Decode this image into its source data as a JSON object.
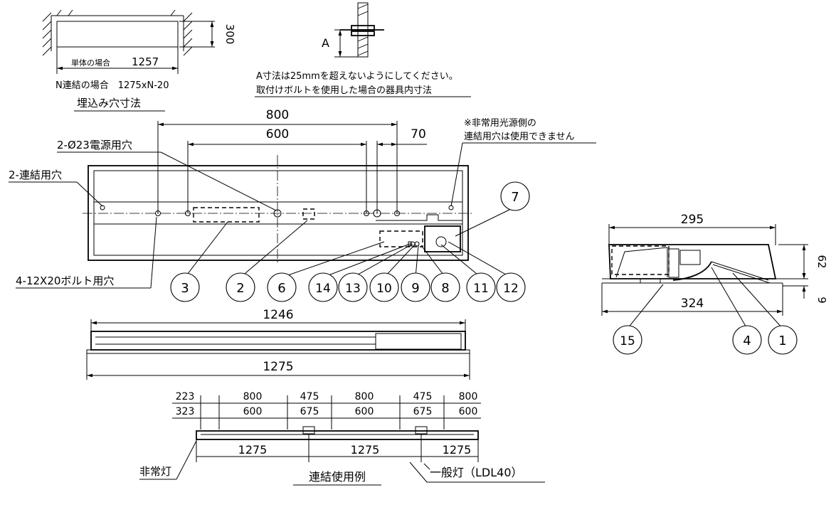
{
  "recess": {
    "dim_300": "300",
    "single_label": "単体の場合",
    "single_value": "1257",
    "n_link": "N連結の場合　1275xN-20",
    "title": "埋込み穴寸法"
  },
  "bolt": {
    "a_label": "A",
    "note1": "A寸法は25mmを超えないようにしてください。",
    "note2": "取付けボルトを使用した場合の器具内寸法"
  },
  "top_view": {
    "dim_800": "800",
    "dim_600": "600",
    "dim_70": "70",
    "power_hole": "2-Ø23電源用穴",
    "link_hole": "2-連結用穴",
    "bolt_hole": "4-12X20ボルト用穴",
    "note1": "※非常用光源側の",
    "note2": "連結用穴は使用できません"
  },
  "callouts": {
    "c1": "1",
    "c2": "2",
    "c3": "3",
    "c4": "4",
    "c6": "6",
    "c7": "7",
    "c8": "8",
    "c9": "9",
    "c10": "10",
    "c11": "11",
    "c12": "12",
    "c13": "13",
    "c14": "14",
    "c15": "15"
  },
  "section": {
    "dim_295": "295",
    "dim_324": "324",
    "dim_62": "62",
    "dim_9": "9"
  },
  "side_view": {
    "dim_1246": "1246",
    "dim_1275": "1275"
  },
  "linking": {
    "top_row": [
      "223",
      "800",
      "475",
      "800",
      "475",
      "800"
    ],
    "bottom_row": [
      "323",
      "600",
      "675",
      "600",
      "675",
      "600"
    ],
    "unit_lengths": [
      "1275",
      "1275",
      "1275"
    ],
    "emergency_label": "非常灯",
    "title": "連結使用例",
    "general_label": "一般灯（LDL40）"
  }
}
